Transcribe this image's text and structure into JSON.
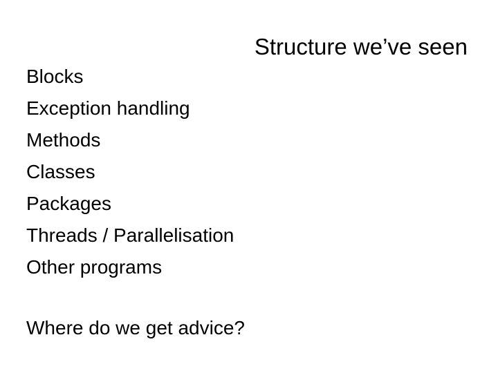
{
  "slide": {
    "title": "Structure we’ve seen",
    "items": [
      "Blocks",
      "Exception handling",
      "Methods",
      "Classes",
      "Packages",
      "Threads / Parallelisation",
      "Other programs"
    ],
    "question": "Where do we get advice?",
    "colors": {
      "background": "#ffffff",
      "text": "#000000"
    }
  }
}
